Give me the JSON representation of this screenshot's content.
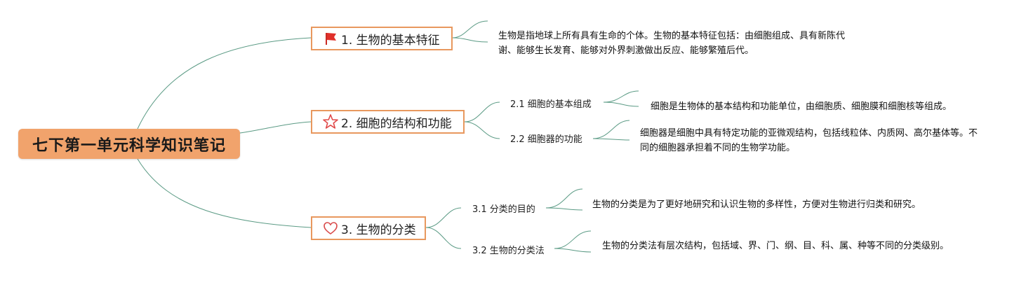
{
  "root": {
    "title": "七下第一单元科学知识笔记"
  },
  "branches": [
    {
      "label": "1. 生物的基本特征",
      "icon": "flag-icon",
      "desc": "生物是指地球上所有具有生命的个体。生物的基本特征包括：由细胞组成、具有新陈代谢、能够生长发育、能够对外界刺激做出反应、能够繁殖后代。"
    },
    {
      "label": "2. 细胞的结构和功能",
      "icon": "star-icon",
      "subs": [
        {
          "label": "2.1 细胞的基本组成",
          "desc": "细胞是生物体的基本结构和功能单位，由细胞质、细胞膜和细胞核等组成。"
        },
        {
          "label": "2.2 细胞器的功能",
          "desc": "细胞器是细胞中具有特定功能的亚微观结构，包括线粒体、内质网、高尔基体等。不同的细胞器承担着不同的生物学功能。"
        }
      ]
    },
    {
      "label": "3. 生物的分类",
      "icon": "heart-icon",
      "subs": [
        {
          "label": "3.1 分类的目的",
          "desc": "生物的分类是为了更好地研究和认识生物的多样性，方便对生物进行归类和研究。"
        },
        {
          "label": "3.2 生物的分类法",
          "desc": "生物的分类法有层次结构，包括域、界、门、纲、目、科、属、种等不同的分类级别。"
        }
      ]
    }
  ],
  "colors": {
    "root_fill": "#f1a36c",
    "branch_border": "#e8985e",
    "connector": "#5a9a84",
    "flag": "#e0302a",
    "star": "#e04848",
    "heart": "#d94a4a"
  }
}
